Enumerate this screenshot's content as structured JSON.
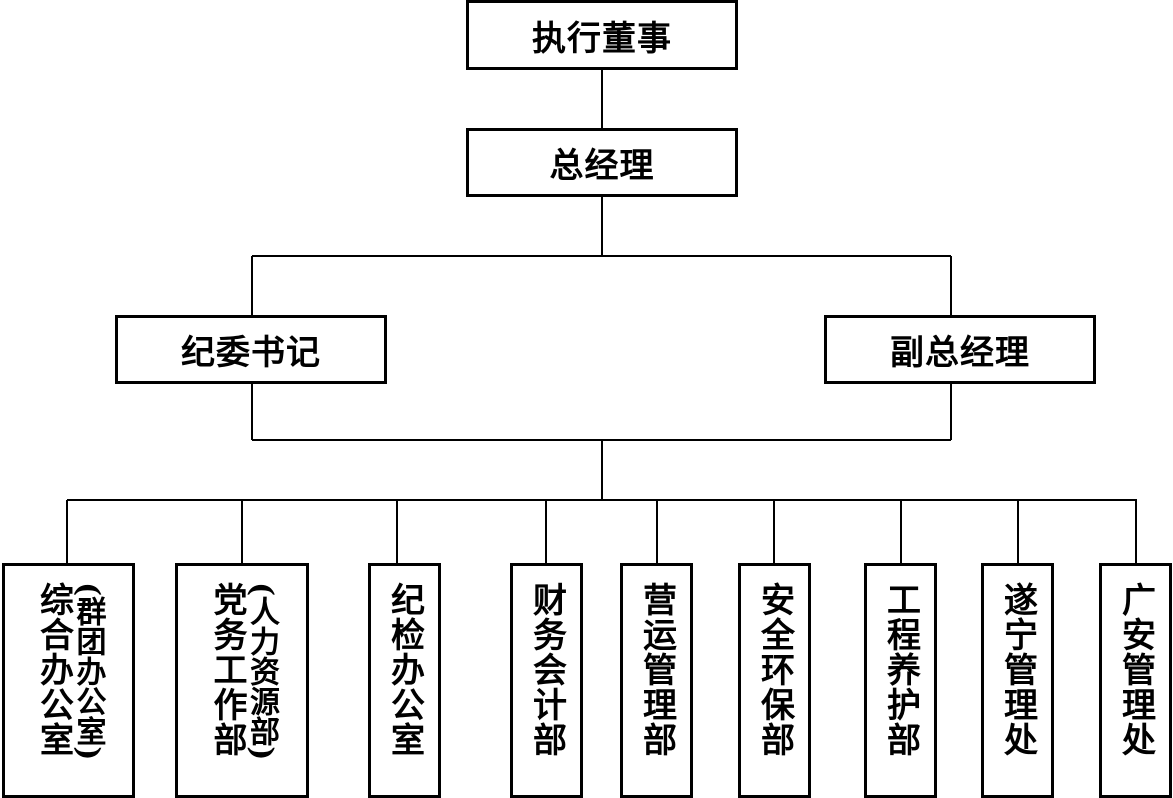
{
  "org_chart": {
    "executive_director": "执行董事",
    "general_manager": "总经理",
    "discipline_secretary": "纪委书记",
    "deputy_general_manager": "副总经理",
    "departments": [
      {
        "main": "综合办公室",
        "sub": "(群团办公室)"
      },
      {
        "main": "党务工作部",
        "sub": "(人力资源部)"
      },
      {
        "main": "纪检办公室"
      },
      {
        "main": "财务会计部"
      },
      {
        "main": "营运管理部"
      },
      {
        "main": "安全环保部"
      },
      {
        "main": "工程养护部"
      },
      {
        "main": "遂宁管理处"
      },
      {
        "main": "广安管理处"
      }
    ]
  }
}
